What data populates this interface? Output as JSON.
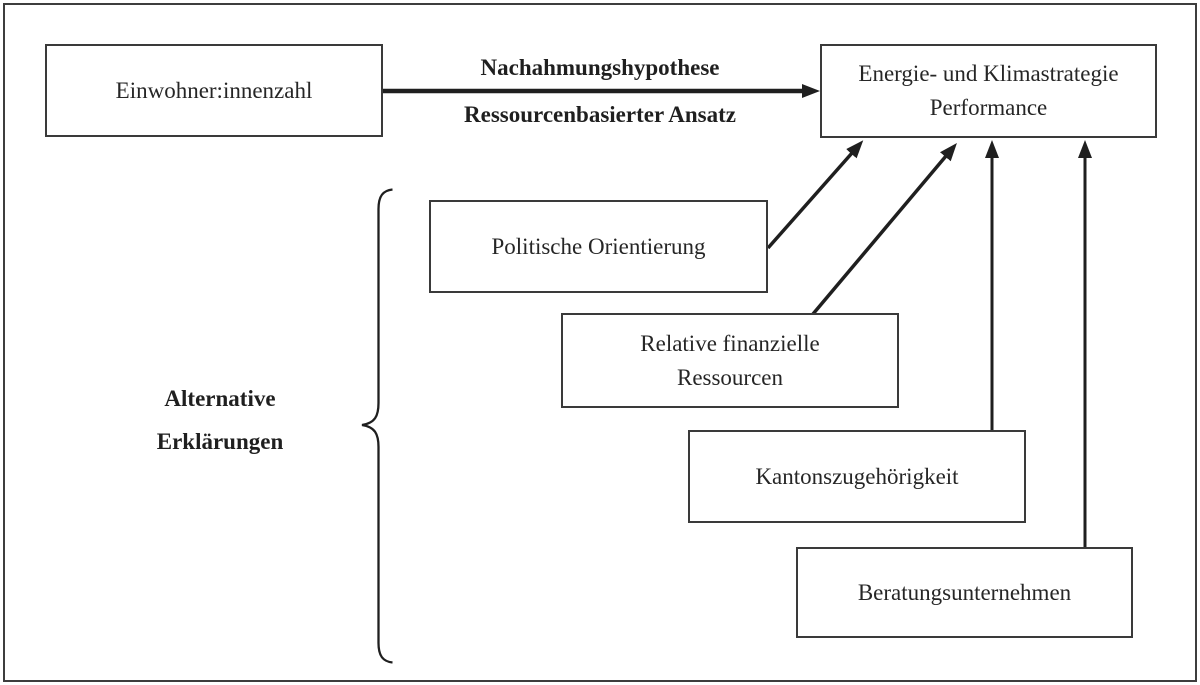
{
  "diagram": {
    "boxes": {
      "einwohner": {
        "label": "Einwohner:innenzahl"
      },
      "performance": {
        "line1": "Energie- und Klimastrategie",
        "line2": "Performance"
      },
      "politische_orientierung": {
        "label": "Politische Orientierung"
      },
      "finanzielle_ressourcen": {
        "line1": "Relative finanzielle",
        "line2": "Ressourcen"
      },
      "kantonszugehoerigkeit": {
        "label": "Kantonszugehörigkeit"
      },
      "beratungsunternehmen": {
        "label": "Beratungsunternehmen"
      }
    },
    "arrow_labels": {
      "hypothesis": "Nachahmungshypothese",
      "approach": "Ressourcenbasierter Ansatz"
    },
    "group_label": {
      "line1": "Alternative",
      "line2": "Erklärungen"
    },
    "edges": [
      {
        "from": "einwohner",
        "to": "performance",
        "labels": [
          "Nachahmungshypothese",
          "Ressourcenbasierter Ansatz"
        ]
      },
      {
        "from": "politische_orientierung",
        "to": "performance"
      },
      {
        "from": "finanzielle_ressourcen",
        "to": "performance"
      },
      {
        "from": "kantonszugehoerigkeit",
        "to": "performance"
      },
      {
        "from": "beratungsunternehmen",
        "to": "performance"
      }
    ],
    "group": {
      "label": "Alternative Erklärungen",
      "members": [
        "politische_orientierung",
        "finanzielle_ressourcen",
        "kantonszugehoerigkeit",
        "beratungsunternehmen"
      ]
    },
    "colors": {
      "line": "#1f1f1f",
      "box_border": "#3a3a3a",
      "frame_border": "#3d3d3d",
      "text": "#262626",
      "background": "#ffffff"
    }
  }
}
